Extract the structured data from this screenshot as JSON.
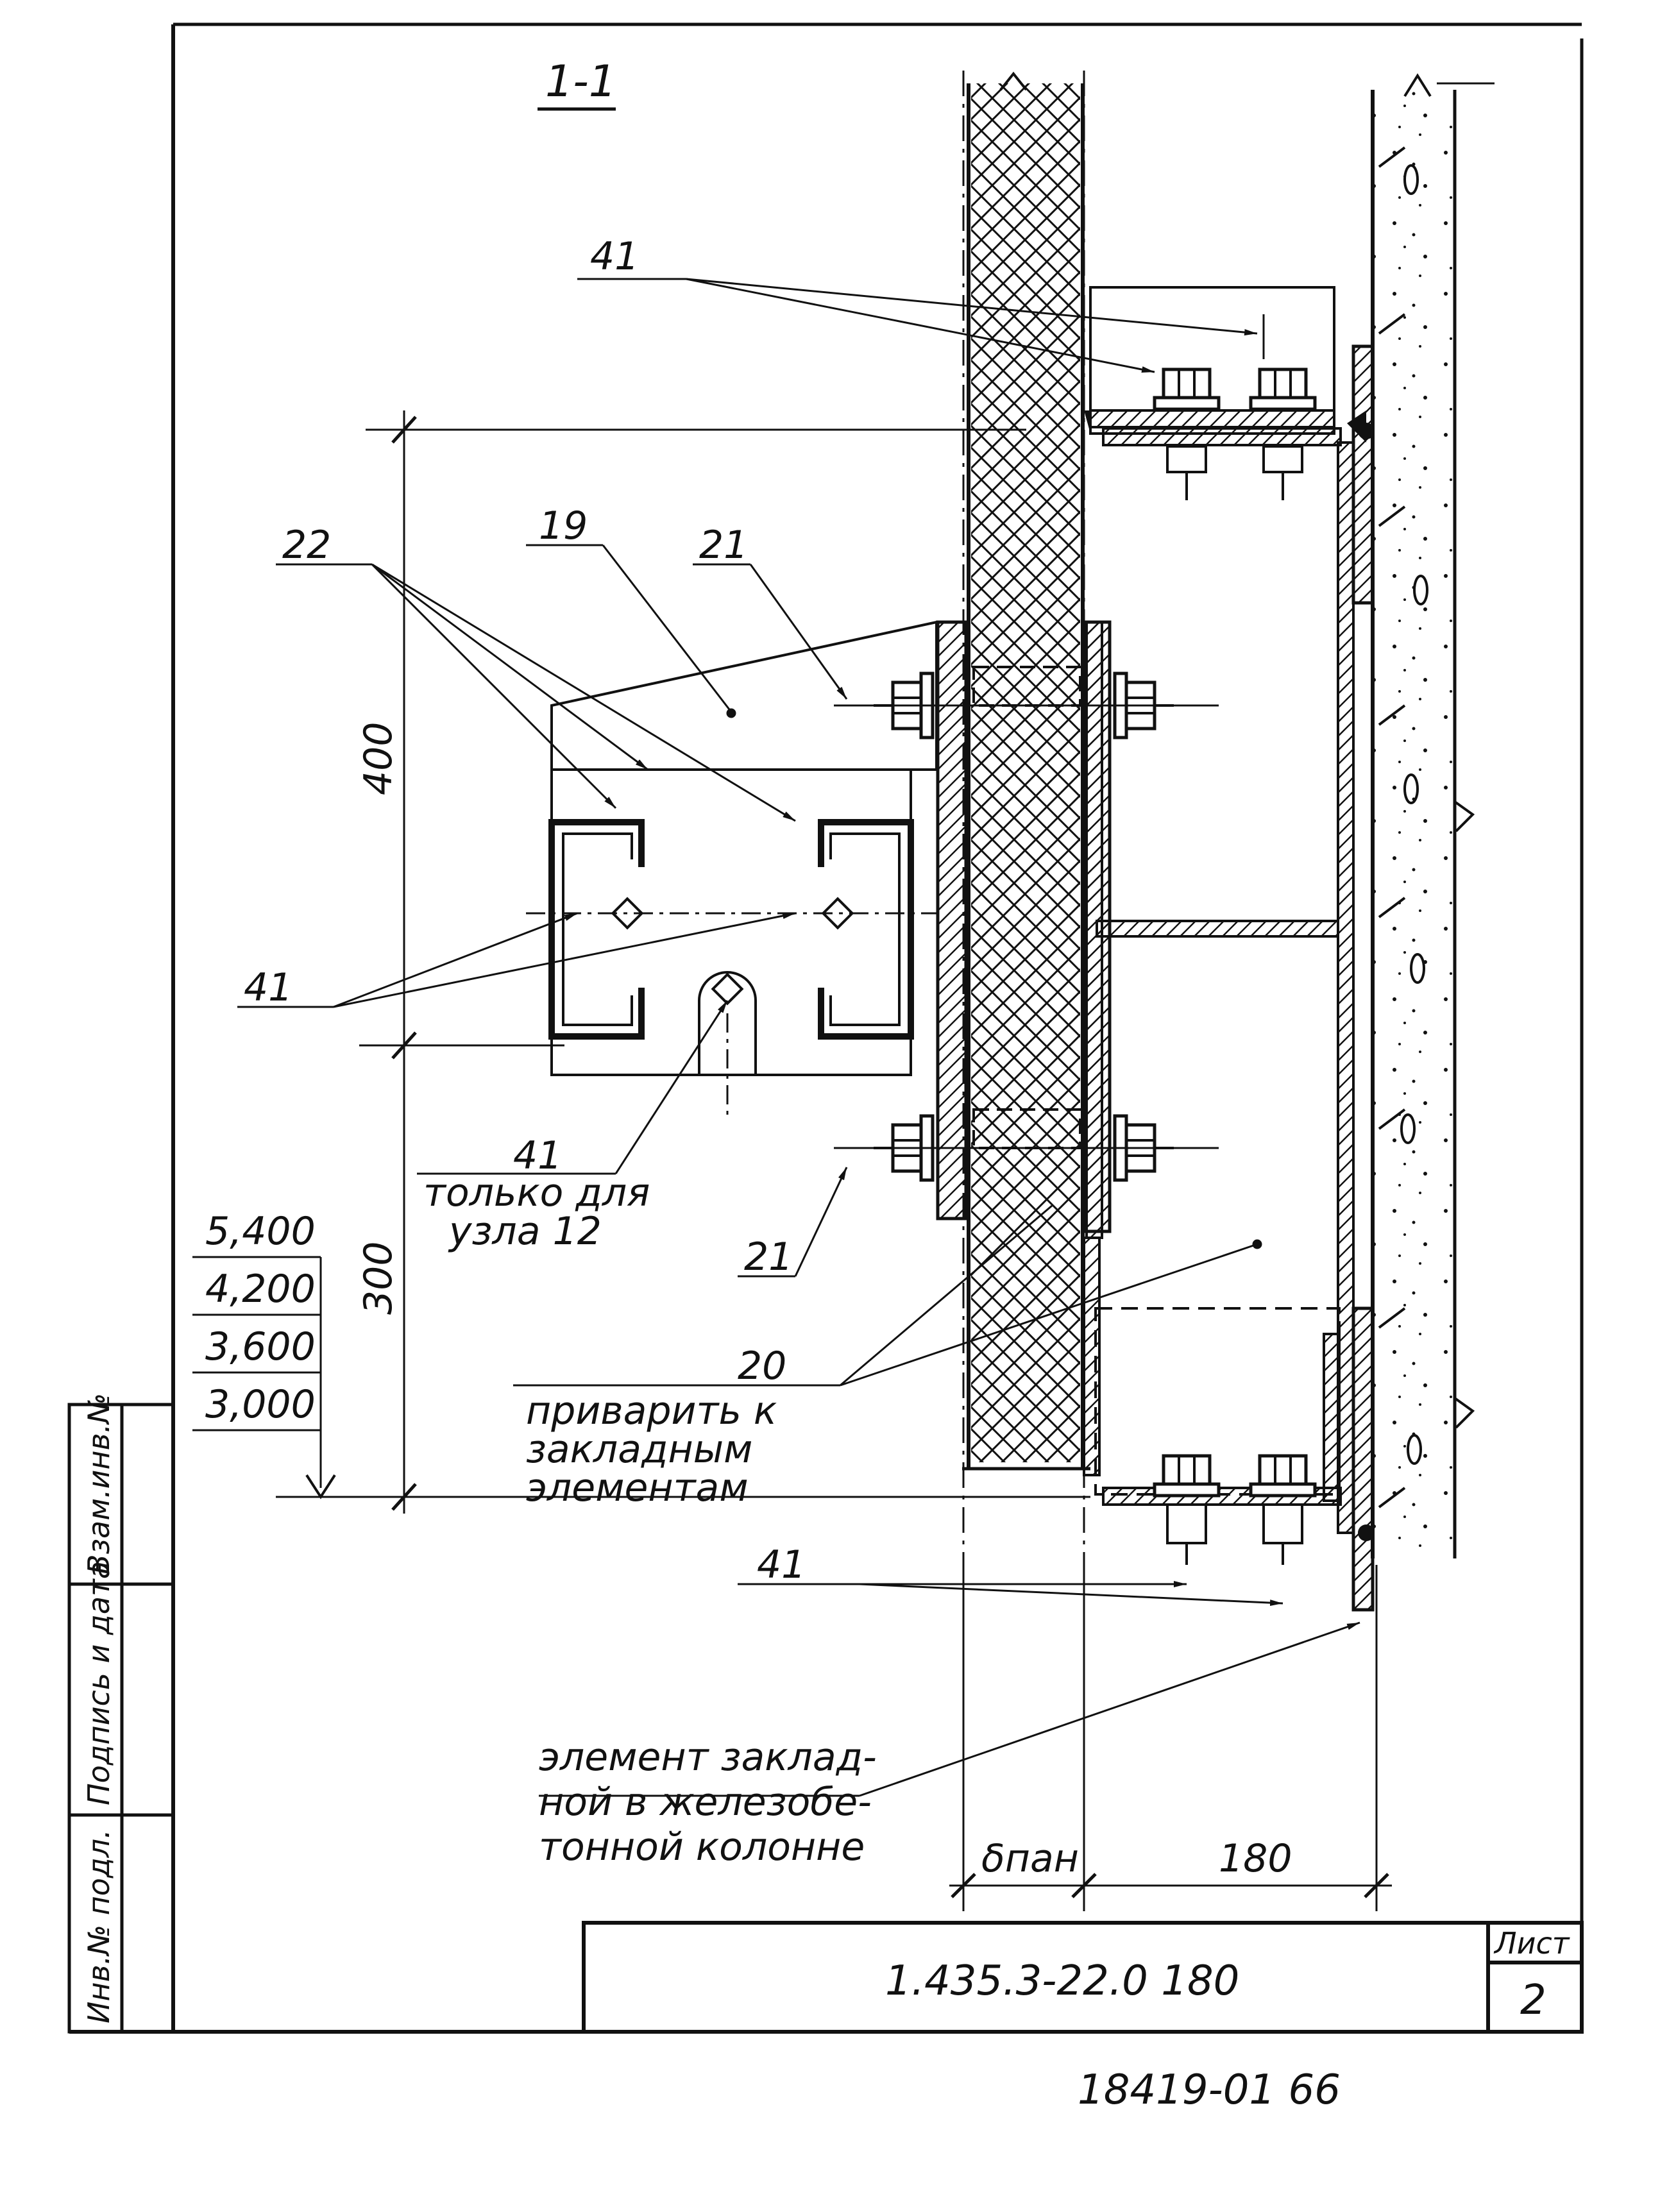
{
  "section_title": "1-1",
  "labels": {
    "p41_top": "41",
    "p22": "22",
    "p19": "19",
    "p21_top": "21",
    "p41_left": "41",
    "p41_mid": "41",
    "p41_mid_note_1": "только для",
    "p41_mid_note_2": "узла 12",
    "p21_bottom": "21",
    "p20": "20",
    "p20_note_1": "приварить к",
    "p20_note_2": "закладным",
    "p20_note_3": "элементам",
    "p41_bottom": "41",
    "embed_note_1": "элемент заклад-",
    "embed_note_2": "ной в железобе-",
    "embed_note_3": "тонной колонне"
  },
  "dimensions": {
    "d400": "400",
    "d300": "300",
    "d_panel": "δпан",
    "d180": "180"
  },
  "elevations": [
    "5,400",
    "4,200",
    "3,600",
    "3,000"
  ],
  "side_stamp": {
    "inv_orig": "Инв.№ подл.",
    "signature_date": "Подпись и дата",
    "replace_inv": "Взам.инв.№"
  },
  "title_block": {
    "code": "1.435.3-22.0 180",
    "sheet_label": "Лист",
    "sheet_number": "2"
  },
  "archive_number": "18419-01 66",
  "colors": {
    "ink": "#111111",
    "paper": "#ffffff"
  }
}
